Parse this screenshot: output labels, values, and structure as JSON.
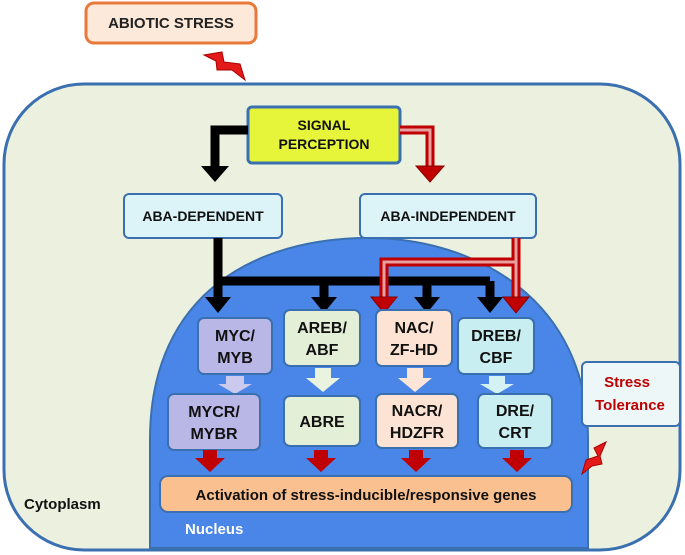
{
  "diagram": {
    "abiotic_stress": "ABIOTIC STRESS",
    "signal_perception": [
      "SIGNAL",
      "PERCEPTION"
    ],
    "aba_dependent": "ABA-DEPENDENT",
    "aba_independent": "ABA-INDEPENDENT",
    "tf_myc": [
      "MYC/",
      "MYB"
    ],
    "tf_areb": [
      "AREB/",
      "ABF"
    ],
    "tf_nac": [
      "NAC/",
      "ZF-HD"
    ],
    "tf_dreb": [
      "DREB/",
      "CBF"
    ],
    "el_mycr": [
      "MYCR/",
      "MYBR"
    ],
    "el_abre": "ABRE",
    "el_nacr": [
      "NACR/",
      "HDZFR"
    ],
    "el_dre": [
      "DRE/",
      "CRT"
    ],
    "activation": "Activation of stress-inducible/responsive genes",
    "stress_tolerance": [
      "Stress",
      "Tolerance"
    ],
    "cytoplasm": "Cytoplasm",
    "nucleus": "Nucleus"
  },
  "colors": {
    "cell_fill": "#ebf1de",
    "cell_border": "#3a6fb0",
    "nucleus_fill": "#4a86e8",
    "signal_fill": "#e6f53a",
    "aba_fill": "#dcf3f8",
    "myc_fill": "#b9b7e6",
    "areb_fill": "#e4efd8",
    "nac_fill": "#fde3d3",
    "dreb_fill": "#c9eef1",
    "activation_fill": "#fac090",
    "abiotic_border": "#e8793a",
    "red": "#c00000"
  }
}
